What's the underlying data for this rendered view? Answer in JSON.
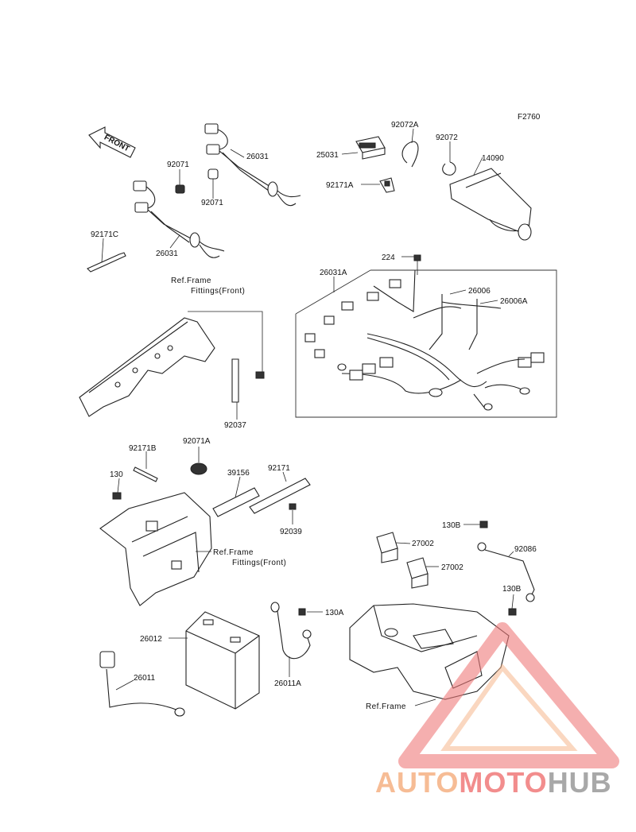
{
  "diagram": {
    "code": "F2760",
    "front_label": "FRONT",
    "labels": {
      "p92072A": "92072A",
      "p92072": "92072",
      "p14090": "14090",
      "p25031": "25031",
      "p92171A": "92171A",
      "p92071_a": "92071",
      "p92071_b": "92071",
      "p26031_top": "26031",
      "p26031_mid": "26031",
      "p92171C": "92171C",
      "p224": "224",
      "p26031A": "26031A",
      "p26006": "26006",
      "p26006A": "26006A",
      "p92037": "92037",
      "p92171B": "92171B",
      "p92071A": "92071A",
      "p130": "130",
      "p39156": "39156",
      "p92171": "92171",
      "p92039": "92039",
      "p130B_top": "130B",
      "p92086": "92086",
      "p27002_a": "27002",
      "p27002_b": "27002",
      "p130B_bot": "130B",
      "p130A": "130A",
      "p26012": "26012",
      "p26011": "26011",
      "p26011A": "26011A"
    },
    "refs": {
      "ref1_l1": "Ref.Frame",
      "ref1_l2": "Fittings(Front)",
      "ref2_l1": "Ref.Frame",
      "ref2_l2": "Fittings(Front)",
      "ref3": "Ref.Frame"
    }
  },
  "watermark": {
    "part1": "AUTO",
    "part2": "MOTO",
    "part3": "HUB",
    "color1": "#f5b183",
    "color2": "#f07a7a",
    "color3": "#9a9a9a"
  }
}
